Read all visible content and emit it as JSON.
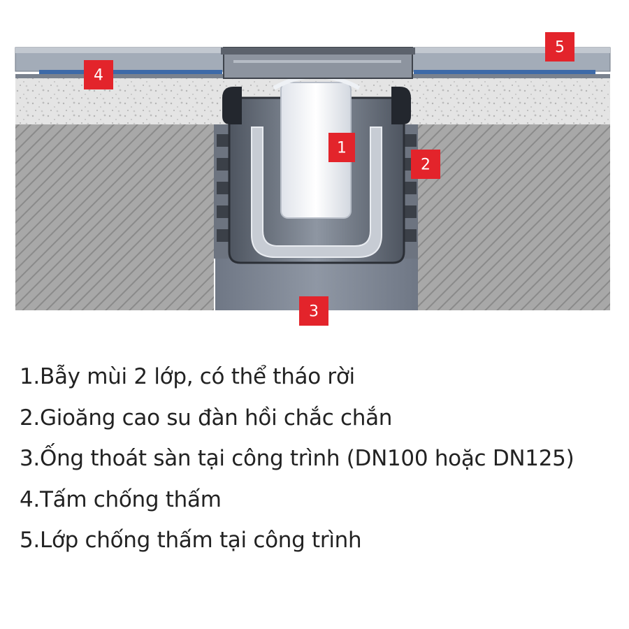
{
  "diagram": {
    "callouts": [
      {
        "id": "1",
        "label": "1",
        "color": "#e3242b"
      },
      {
        "id": "2",
        "label": "2",
        "color": "#e3242b"
      },
      {
        "id": "3",
        "label": "3",
        "color": "#e3242b"
      },
      {
        "id": "4",
        "label": "4",
        "color": "#e3242b"
      },
      {
        "id": "5",
        "label": "5",
        "color": "#e3242b"
      }
    ],
    "colors": {
      "concrete": "#a9a9a9",
      "screed": "#e6e6e6",
      "membrane": "#3d6aa8",
      "tile": "#9ea7b3",
      "pipe": "#7f8795",
      "gasket": "#2b2f36",
      "trap": "#f2f4f8"
    }
  },
  "legend": [
    {
      "num": "1.",
      "text": "Bẫy mùi 2 lớp, có thể tháo rời"
    },
    {
      "num": "2.",
      "text": "Gioăng cao su đàn hồi chắc chắn"
    },
    {
      "num": "3.",
      "text": "Ống thoát sàn tại công trình (DN100 hoặc DN125)"
    },
    {
      "num": "4.",
      "text": "Tấm chống thấm"
    },
    {
      "num": "5.",
      "text": "Lớp chống thấm tại công trình"
    }
  ]
}
